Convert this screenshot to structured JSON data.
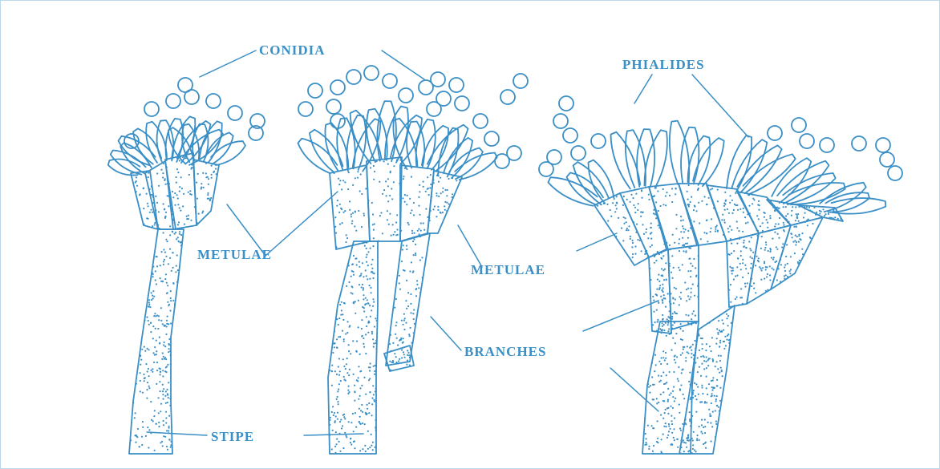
{
  "labels": {
    "conidia": "CONIDIA",
    "phialides": "PHIALIDES",
    "metulae_left": "METULAE",
    "metulae_right": "METULAE",
    "branches": "BRANCHES",
    "stipe": "STIPE"
  },
  "colors": {
    "ink": "#3a8fc6",
    "frame": "#bcd9ec",
    "background": "#ffffff"
  }
}
